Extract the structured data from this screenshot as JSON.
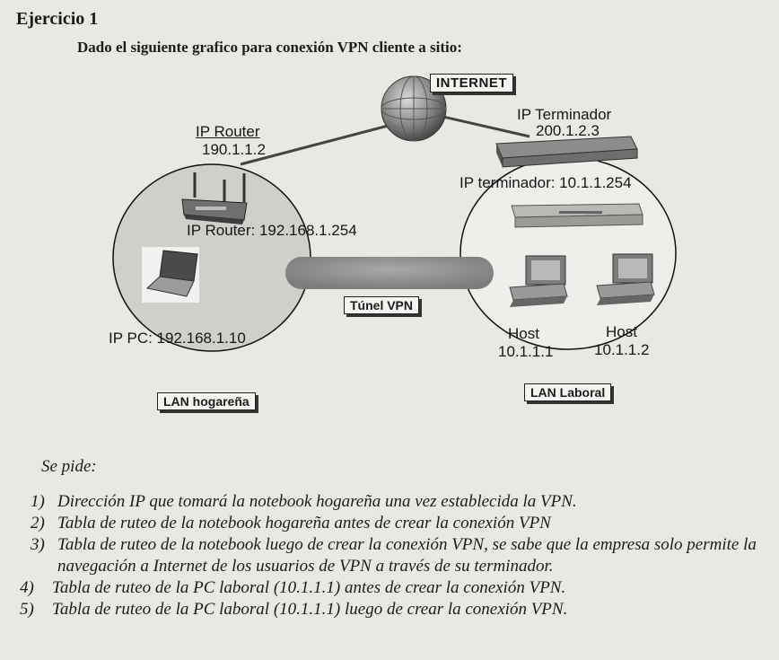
{
  "header": {
    "title": "Ejercicio 1",
    "intro": "Dado el siguiente grafico para conexión VPN cliente a sitio:"
  },
  "diagram": {
    "internet_label": "INTERNET",
    "router_title": "IP Router",
    "router_ip_public": "190.1.1.2",
    "terminator_title": "IP Terminador",
    "terminator_ip_public": "200.1.2.3",
    "terminator_ip_private": "IP terminador: 10.1.1.254",
    "router_ip_private": "IP Router: 192.168.1.254",
    "tunnel_label": "Túnel VPN",
    "pc_ip": "IP PC: 192.168.1.10",
    "hosts": [
      {
        "name": "Host",
        "ip": "10.1.1.1"
      },
      {
        "name": "Host",
        "ip": "10.1.1.2"
      }
    ],
    "lan_home_label": "LAN hogareña",
    "lan_work_label": "LAN Laboral"
  },
  "section": {
    "heading": "Se pide:",
    "tasks": [
      {
        "num": "1)",
        "text": "Dirección IP que tomará la notebook hogareña una vez establecida la VPN."
      },
      {
        "num": "2)",
        "text": "Tabla de ruteo de la notebook hogareña antes de crear la conexión VPN"
      },
      {
        "num": "3)",
        "text": "Tabla de ruteo de la notebook luego de crear la conexión VPN, se sabe que la empresa solo permite la navegación a Internet de los usuarios de VPN a través de su terminador."
      },
      {
        "num": "4)",
        "text": "Tabla de ruteo de la PC laboral (10.1.1.1) antes de crear la conexión VPN."
      },
      {
        "num": "5)",
        "text": "Tabla de ruteo de la PC laboral (10.1.1.1) luego de crear la conexión VPN."
      }
    ]
  }
}
